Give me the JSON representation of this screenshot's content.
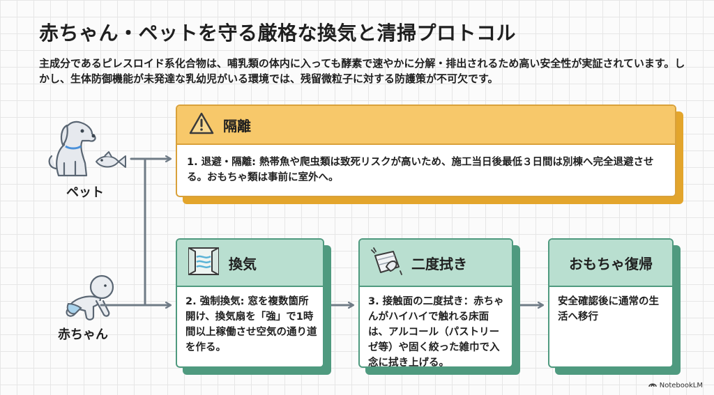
{
  "title": "赤ちゃん・ペットを守る厳格な換気と清掃プロトコル",
  "intro": "主成分であるピレスロイド系化合物は、哺乳類の体内に入っても酵素で速やかに分解・排出されるため高い安全性が実証されています。しかし、生体防御機能が未発達な乳幼児がいる環境では、残留微粒子に対する防護策が不可欠です。",
  "actors": {
    "pet_label": "ペット",
    "baby_label": "赤ちゃん"
  },
  "cards": {
    "isolation": {
      "title": "隔離",
      "icon": "warning-icon",
      "text": "1. 退避・隔離: 熱帯魚や爬虫類は致死リスクが高いため、施工当日後最低３日間は別棟へ完全退避させる。おもちゃ類は事前に室外へ。"
    },
    "ventilation": {
      "title": "換気",
      "icon": "window-airflow-icon",
      "text": "2. 強制換気: 窓を複数箇所開け、換気扇を「強」で1時間以上稼働させ空気の通り道を作る。"
    },
    "wiping": {
      "title": "二度拭き",
      "icon": "wiping-cloth-icon",
      "text": "3. 接触面の二度拭き：赤ちゃんがハイハイで触れる床面は、アルコール（パストリーゼ等）や固く絞った雑巾で入念に拭き上げる。"
    },
    "toys": {
      "title": "おもちゃ復帰",
      "text": "安全確認後に通常の生活へ移行"
    }
  },
  "colors": {
    "orange_header": "#f7c86a",
    "orange_border": "#d9a13a",
    "green_header": "#b9dfd0",
    "green_border": "#4f9a7f",
    "arrow": "#6f7b86"
  },
  "footer": "NotebookLM"
}
